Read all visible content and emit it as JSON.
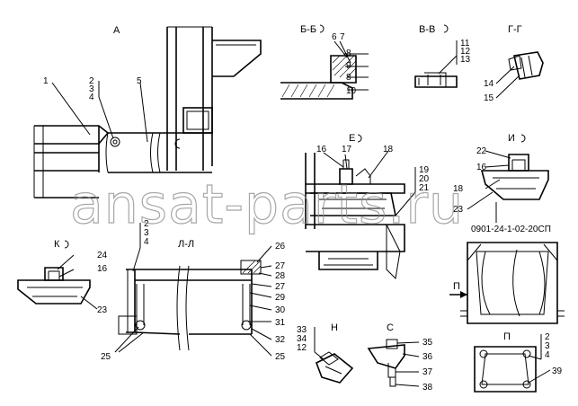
{
  "watermark": "ansat-parts.ru",
  "drawing_code": "0901-24-1-02-20СП",
  "views": {
    "a": "А",
    "bb": "Б-Б",
    "vv": "В-В",
    "gg": "Г-Г",
    "e": "Е",
    "i": "И",
    "k": "К",
    "ll": "Л-Л",
    "n": "Н",
    "s": "С",
    "p": "П",
    "p_arrow": "П"
  },
  "labels": {
    "a1": "1",
    "a2": "2",
    "a3": "3",
    "a4": "4",
    "a5": "5",
    "b6": "6",
    "b7": "7",
    "b8": "8",
    "b9": "9",
    "b8b": "8",
    "b10": "10",
    "v11": "11",
    "v12": "12",
    "v13": "13",
    "g14": "14",
    "g15": "15",
    "e16": "16",
    "e17": "17",
    "e18": "18",
    "e19": "19",
    "e20": "20",
    "e21": "21",
    "i22": "22",
    "i16": "16",
    "i18": "18",
    "i23": "23",
    "m2": "2",
    "m3": "3",
    "m4": "4",
    "k24": "24",
    "k16": "16",
    "k23": "23",
    "l26": "26",
    "l27": "27",
    "l28": "28",
    "l27b": "27",
    "l29": "29",
    "l30": "30",
    "l31": "31",
    "l32": "32",
    "l25a": "25",
    "l25b": "25",
    "n33": "33",
    "n34": "34",
    "n12": "12",
    "s35": "35",
    "s36": "36",
    "s37": "37",
    "s38": "38",
    "p2": "2",
    "p3": "3",
    "p4": "4",
    "p39": "39"
  }
}
